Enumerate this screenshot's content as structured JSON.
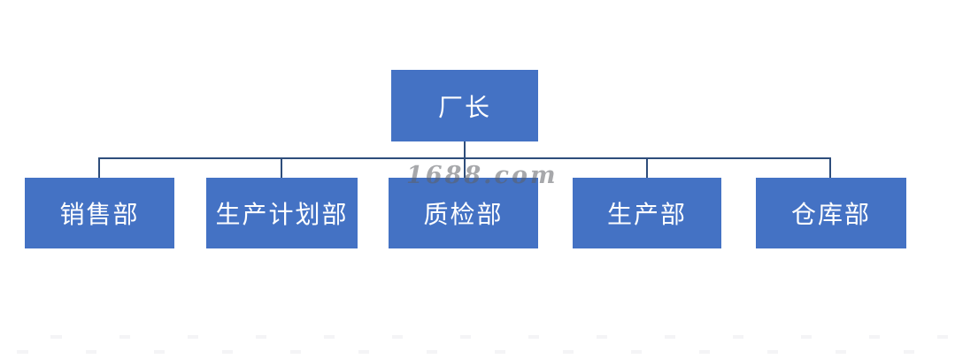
{
  "org_chart": {
    "type": "org-tree",
    "root": {
      "label": "厂长"
    },
    "departments": [
      {
        "label": "销售部"
      },
      {
        "label": "生产计划部"
      },
      {
        "label": "质检部"
      },
      {
        "label": "生产部"
      },
      {
        "label": "仓库部"
      }
    ]
  },
  "watermark": {
    "text": "1688.com"
  },
  "colors": {
    "box_fill": "#4472c4",
    "box_text": "#ffffff",
    "connector": "#2e4d7b",
    "background": "#ffffff",
    "watermark_gray": "#5f6066"
  }
}
